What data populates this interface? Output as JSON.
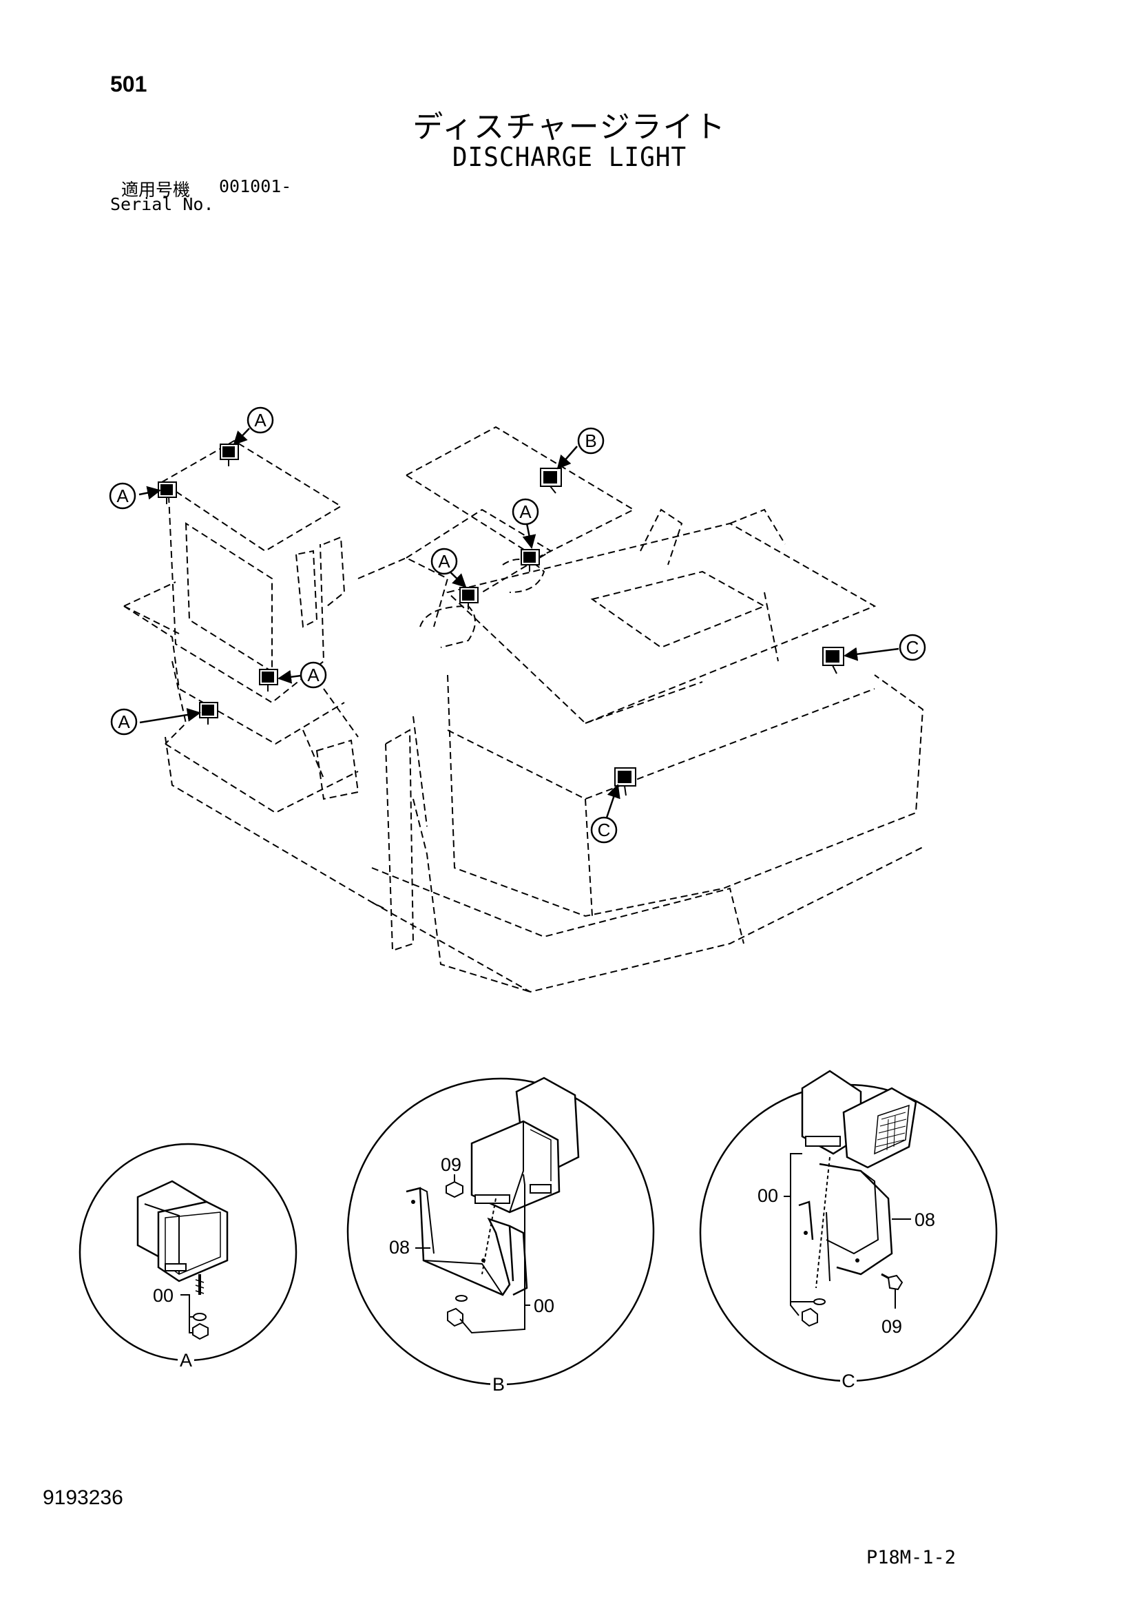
{
  "header": {
    "page_number": "501",
    "title_jp": "ディスチャージライト",
    "title_en": "DISCHARGE LIGHT",
    "serial_label_jp": "適用号機",
    "serial_range": "001001-",
    "serial_label_en": "Serial No."
  },
  "callouts": {
    "a": "A",
    "b": "B",
    "c": "C"
  },
  "details": [
    {
      "label": "A",
      "parts": [
        "00"
      ]
    },
    {
      "label": "B",
      "parts": [
        "09",
        "08",
        "00"
      ]
    },
    {
      "label": "C",
      "parts": [
        "00",
        "08",
        "09"
      ]
    }
  ],
  "footer": {
    "doc_number": "9193236",
    "page_code": "P18M-1-2"
  }
}
